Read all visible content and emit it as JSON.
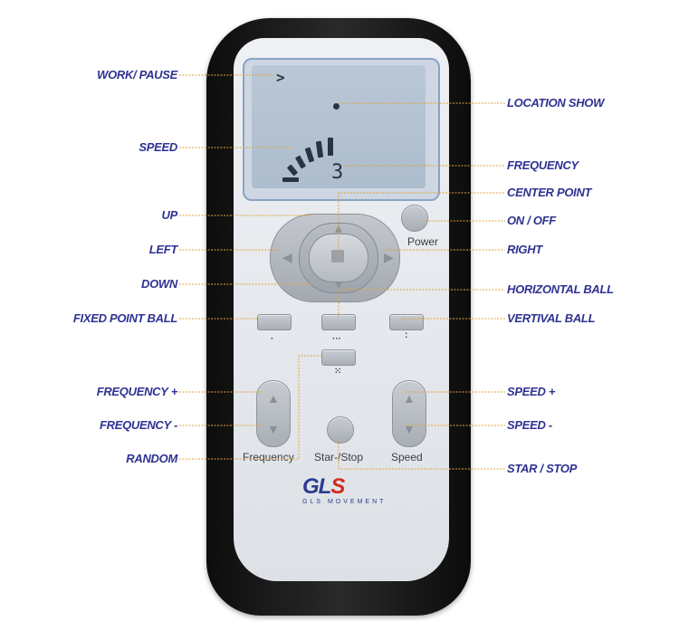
{
  "labels_left": [
    {
      "id": "work_pause",
      "text": "WORK/ PAUSE"
    },
    {
      "id": "speed",
      "text": "SPEED"
    },
    {
      "id": "up",
      "text": "UP"
    },
    {
      "id": "left",
      "text": "LEFT"
    },
    {
      "id": "down",
      "text": "DOWN"
    },
    {
      "id": "fixed_point_ball",
      "text": "FIXED POINT BALL"
    },
    {
      "id": "frequency_plus",
      "text": "FREQUENCY +"
    },
    {
      "id": "frequency_minus",
      "text": "FREQUENCY -"
    },
    {
      "id": "random",
      "text": "RANDOM"
    }
  ],
  "labels_right": [
    {
      "id": "location_show",
      "text": "LOCATION SHOW"
    },
    {
      "id": "frequency",
      "text": "FREQUENCY"
    },
    {
      "id": "center_point",
      "text": "CENTER POINT"
    },
    {
      "id": "on_off",
      "text": "ON / OFF"
    },
    {
      "id": "right",
      "text": "RIGHT"
    },
    {
      "id": "horizontal_ball",
      "text": "HORIZONTAL BALL"
    },
    {
      "id": "vertival_ball",
      "text": "VERTIVAL BALL"
    },
    {
      "id": "speed_plus",
      "text": "SPEED +"
    },
    {
      "id": "speed_minus",
      "text": "SPEED -"
    },
    {
      "id": "star_stop",
      "text": "STAR / STOP"
    }
  ],
  "remote": {
    "power_label": "Power",
    "frequency_label": "Frequency",
    "start_stop_label": "Star-/Stop",
    "speed_label": "Speed",
    "lcd_frequency_value": "3",
    "lcd_arrow": ">",
    "logo_main_a": "GL",
    "logo_main_b": "S",
    "logo_sub": "GLS MOVEMENT"
  },
  "colors": {
    "label_text": "#2f3292",
    "leader_line": "#e2a33a",
    "logo_blue": "#2c3d8f",
    "logo_red": "#d42a1f"
  }
}
